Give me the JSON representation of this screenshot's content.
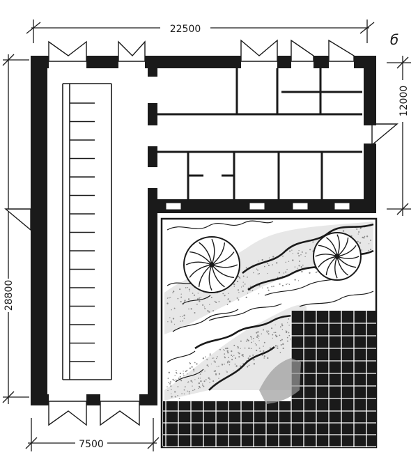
{
  "sheet_letter": "б",
  "dimensions": {
    "top": "22500",
    "right": "12000",
    "left": "28800",
    "bottom": "7500"
  },
  "colors": {
    "ink": "#1a1a1a",
    "paper": "#ffffff",
    "tile_line": "#ffffff",
    "pebble": "#8a8a8a"
  }
}
